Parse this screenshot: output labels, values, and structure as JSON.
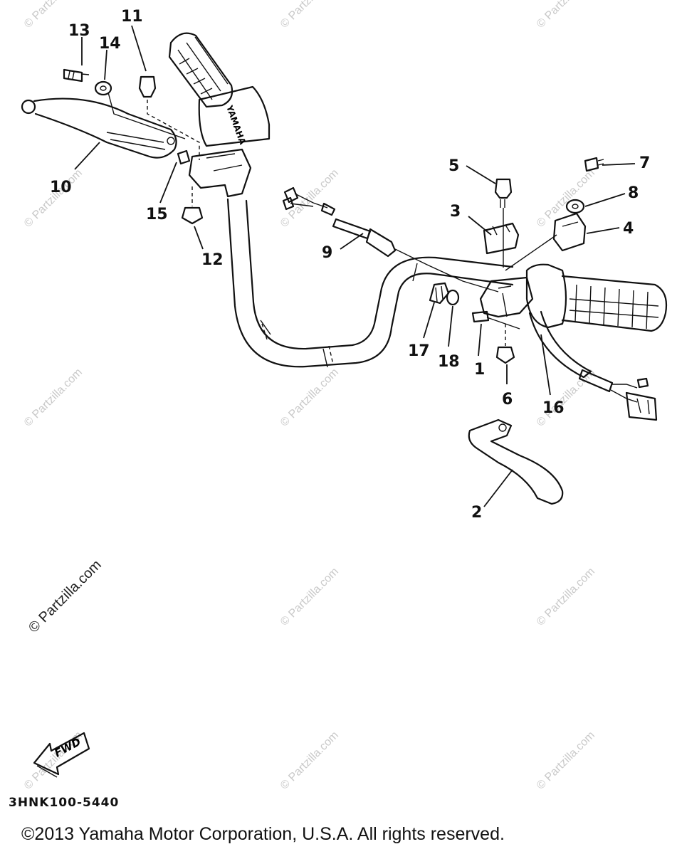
{
  "callouts": {
    "c1": "1",
    "c2": "2",
    "c3": "3",
    "c4": "4",
    "c5": "5",
    "c6": "6",
    "c7": "7",
    "c8": "8",
    "c9": "9",
    "c10": "10",
    "c11": "11",
    "c12": "12",
    "c13": "13",
    "c14": "14",
    "c15": "15",
    "c16": "16",
    "c17": "17",
    "c18": "18"
  },
  "fwd_label": "FWD",
  "diagram_code": "3HNK100-5440",
  "copyright": "©2013  Yamaha Motor Corporation, U.S.A. All rights reserved.",
  "watermark": "© Partzilla.com",
  "grip_brand": "YAMAHA"
}
